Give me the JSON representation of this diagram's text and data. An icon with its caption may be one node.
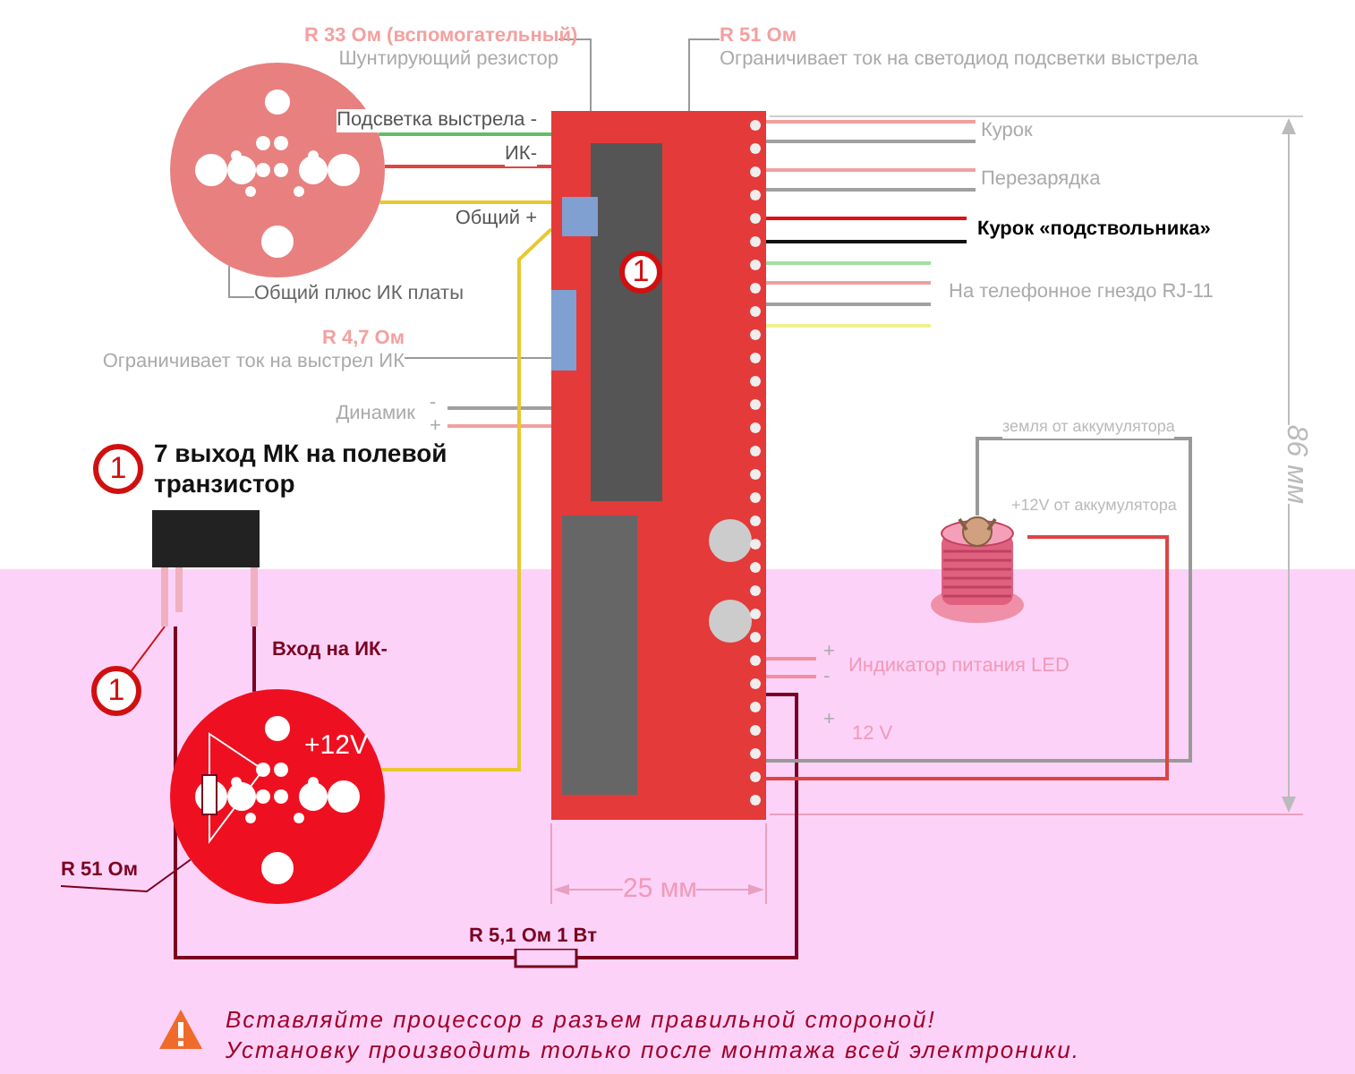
{
  "diagram": {
    "nodes": [
      {
        "text": [
          "R 33 Ом (вспомогательный)",
          "Шунтирующий резистор"
        ]
      },
      {
        "text": [
          "R 51 Ом",
          "Ограничивает ток на светодиод подсветки выстрела"
        ]
      },
      {
        "text": [],
        "shape": "picture"
      },
      {
        "text": [
          "Общий плюс ИК платы"
        ]
      },
      {
        "text": [],
        "shape": "picture"
      },
      {
        "text": [
          "R 4,7 Ом",
          "Ограничивает ток на выстрел ИК"
        ]
      },
      {
        "text": [],
        "shape": "picture"
      },
      {
        "text": [
          "1"
        ]
      },
      {
        "text": [],
        "shape": "picture"
      },
      {
        "text": [
          "R 51 Ом"
        ]
      },
      {
        "text": [],
        "shape": "picture"
      },
      {
        "text": [
          "1"
        ],
        "in": 4
      },
      {
        "text": [
          "1"
        ],
        "beside": [
          "7 выход МК на полевой транзистор"
        ]
      }
    ],
    "edges": [
      {
        "from": 0,
        "to": 4,
        "arrow": "none"
      },
      {
        "from": 1,
        "to": 4,
        "arrow": "none"
      },
      {
        "from": 2,
        "to": 4,
        "arrow": "none",
        "label": "Подсветка выстрела -",
        "color": "#66bb66"
      },
      {
        "from": 2,
        "to": 4,
        "arrow": "none",
        "label": "ИК-",
        "color": "#dd4444"
      },
      {
        "from": 2,
        "to": 4,
        "arrow": "none",
        "label": "Общий +",
        "color": "#e8c830"
      },
      {
        "from": 3,
        "to": 2,
        "arrow": "none"
      },
      {
        "from": 5,
        "to": 4,
        "arrow": "none"
      },
      {
        "from": 7,
        "to": 6,
        "arrow": "none",
        "color": "#d01010"
      },
      {
        "from": 6,
        "to": 8,
        "arrow": "none",
        "label": "Вход на ИК-",
        "color": "#7a0020"
      },
      {
        "from": 4,
        "to": 8,
        "arrow": "none",
        "color": "#e8c830"
      },
      {
        "from": 9,
        "to": 8,
        "arrow": "none",
        "color": "#7a0020"
      },
      {
        "from": 6,
        "to": 4,
        "arrow": "none",
        "label": "R 5,1 Ом 1 Вт",
        "color": "#7a0020"
      },
      {
        "from": 10,
        "to": 4,
        "arrow": "none",
        "label": "земля от аккумулятора"
      },
      {
        "from": 10,
        "to": 4,
        "arrow": "none",
        "label": "+12V от аккумулятора",
        "color": "#dd4444"
      }
    ],
    "labels": [
      "Курок",
      "Перезарядка",
      "Курок «подствольника»",
      "На телефонное гнездо RJ-11",
      "Динамик",
      "-",
      "+",
      "86 мм",
      "+",
      "Индикатор питания LED",
      "-",
      "+",
      "12 V",
      "+12V",
      "25 мм",
      "Вставляйте процессор в разъем правильной стороной!",
      "Установку производить только после монтажа всей электроники."
    ]
  }
}
